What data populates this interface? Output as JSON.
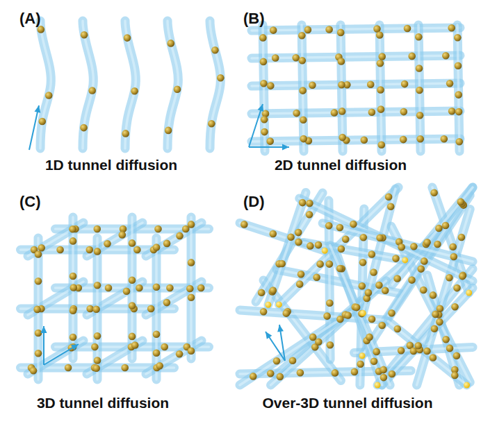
{
  "diagram": {
    "labels": [
      "(A)",
      "1D tunnel diffusion",
      "(B)",
      "2D tunnel diffusion",
      "(C)",
      "3D tunnel diffusion",
      "(D)",
      "Over-3D tunnel diffusion"
    ]
  }
}
